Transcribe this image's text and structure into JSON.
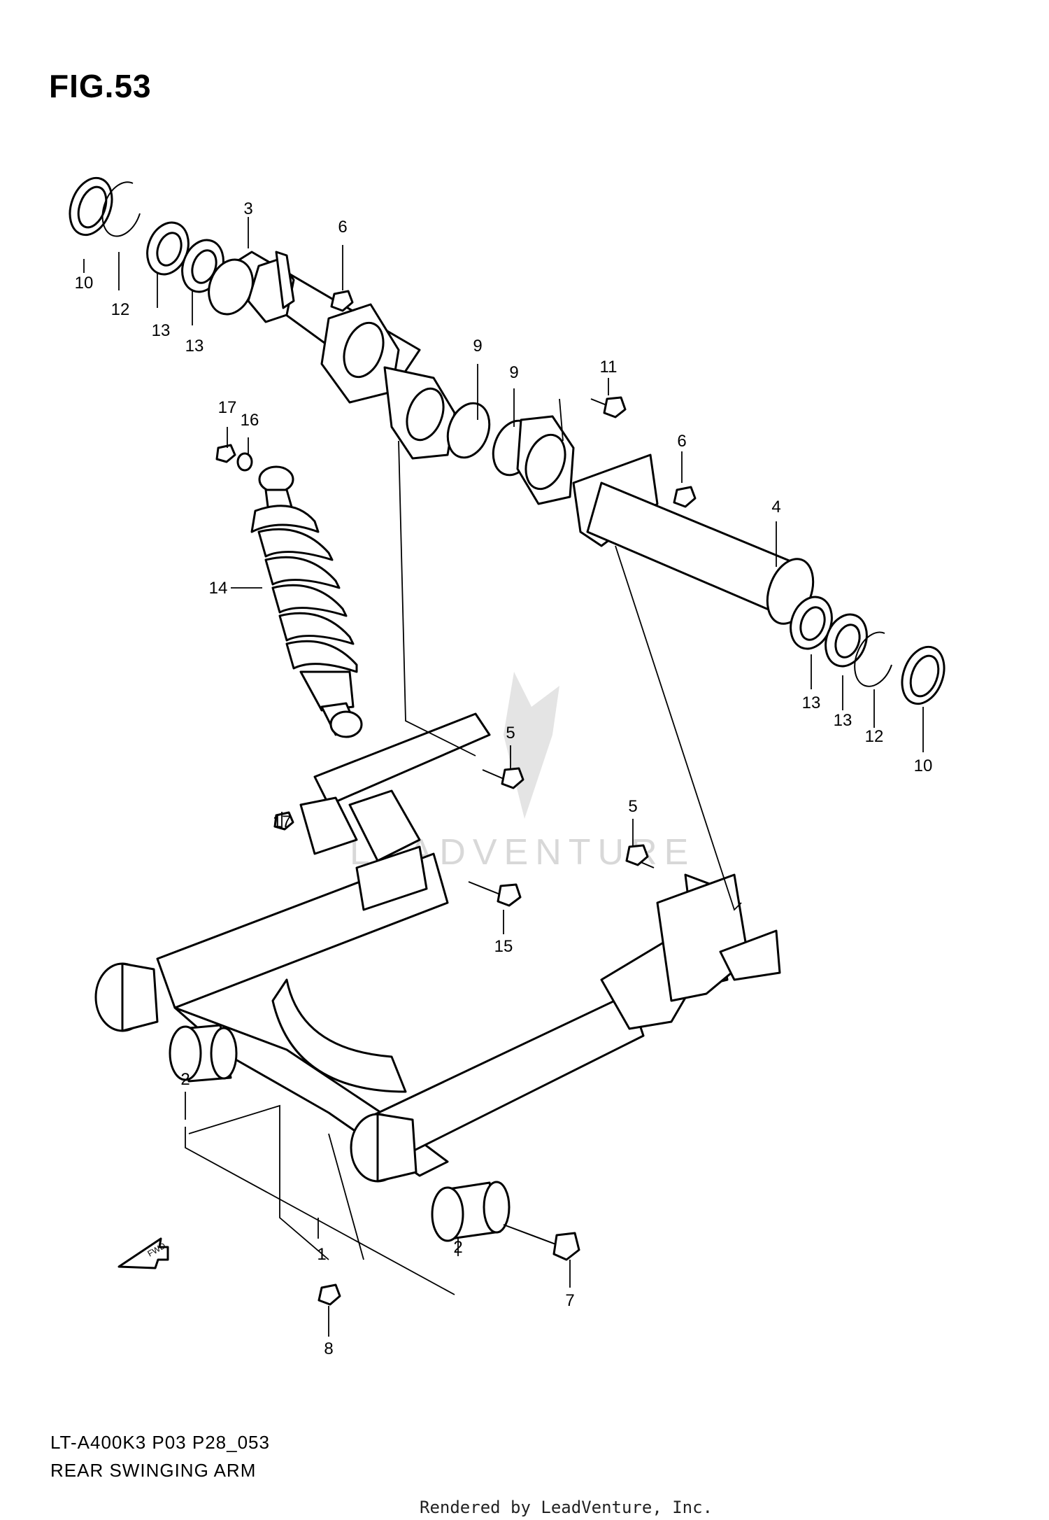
{
  "figure": {
    "title": "FIG.53",
    "model_code": "LT-A400K3 P03 P28_053",
    "caption": "REAR SWINGING ARM"
  },
  "watermark": "LEADVENTURE",
  "footer": "Rendered by LeadVenture, Inc.",
  "callouts": {
    "c1": "1",
    "c2a": "2",
    "c2b": "2",
    "c3": "3",
    "c4": "4",
    "c5a": "5",
    "c5b": "5",
    "c6a": "6",
    "c6b": "6",
    "c7": "7",
    "c8": "8",
    "c9a": "9",
    "c9b": "9",
    "c10a": "10",
    "c10b": "10",
    "c11": "11",
    "c12a": "12",
    "c12b": "12",
    "c13a": "13",
    "c13b": "13",
    "c13c": "13",
    "c13d": "13",
    "c14": "14",
    "c15": "15",
    "c16": "16",
    "c17a": "17",
    "c17b": "17"
  },
  "fwd_label": "FWD"
}
